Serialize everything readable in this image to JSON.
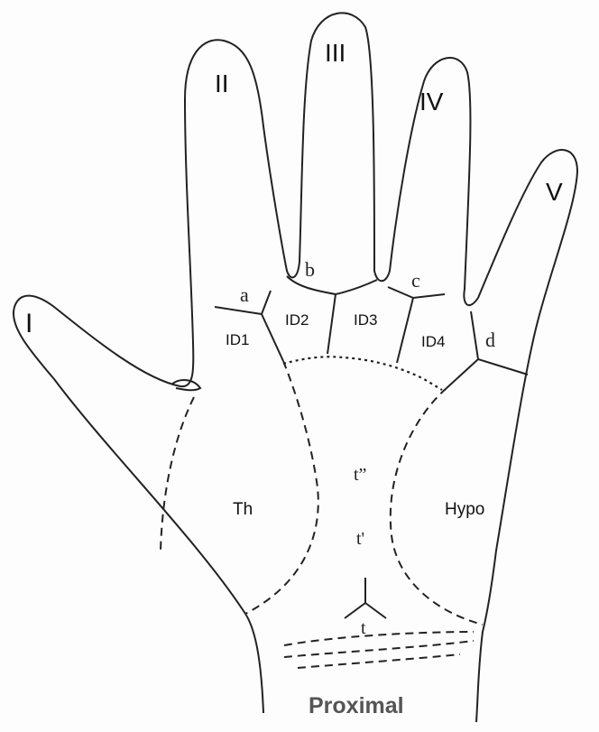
{
  "fingers": {
    "thumb": "I",
    "index": "II",
    "middle": "III",
    "ring": "IV",
    "little": "V"
  },
  "triradii": {
    "a": "a",
    "b": "b",
    "c": "c",
    "d": "d",
    "t": "t",
    "t_prime": "t'",
    "t_double_prime": "t”"
  },
  "areas": {
    "id1": "ID1",
    "id2": "ID2",
    "id3": "ID3",
    "id4": "ID4",
    "thenar": "Th",
    "hypothenar": "Hypo"
  },
  "footer": {
    "proximal": "Proximal"
  }
}
